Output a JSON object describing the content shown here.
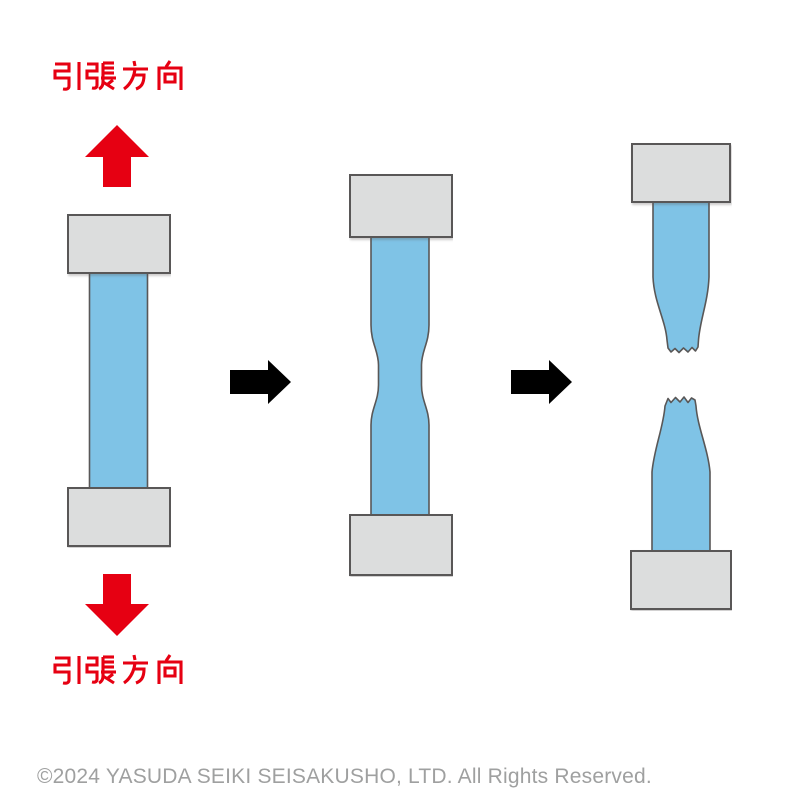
{
  "labels": {
    "tension_direction_top": "引張方向",
    "tension_direction_bottom": "引張方向"
  },
  "footer": {
    "copyright": "©2024 YASUDA SEIKI SEISAKUSHO, LTD. All Rights Reserved."
  },
  "icons": {
    "up_arrow_icon": "⬆",
    "down_arrow_icon": "⬇",
    "step_arrow_icon": "➡"
  },
  "colors": {
    "background": "#ffffff",
    "specimen_blue": "#7fc3e6",
    "grip_gray": "#dcdddd",
    "outline_gray": "#595757",
    "accent_red": "#e60012",
    "arrow_black": "#000000",
    "copyright_gray": "#9fa0a0"
  }
}
